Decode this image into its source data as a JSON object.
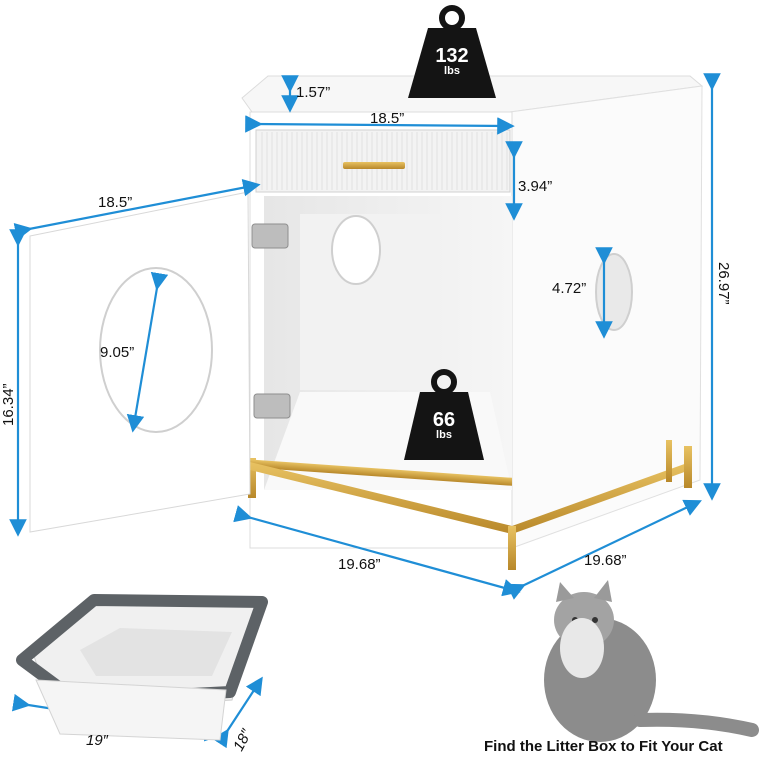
{
  "product": {
    "colors": {
      "cabinet": "#ffffff",
      "gold_frame": "#d4a53a",
      "dimension_line": "#1f8ed6",
      "weight_icon": "#141414"
    },
    "weights": [
      {
        "value": "132",
        "unit": "lbs"
      },
      {
        "value": "66",
        "unit": "lbs"
      }
    ],
    "dimensions": {
      "top_lip": "1.57”",
      "top_width": "18.5”",
      "drawer_height": "3.94”",
      "door_width": "18.5”",
      "door_height": "16.34”",
      "door_hole": "9.05”",
      "side_hole": "4.72”",
      "total_height": "26.97”",
      "base_front": "19.68”",
      "base_side": "19.68”"
    },
    "litter_box": {
      "length": "19″",
      "width": "18″"
    },
    "caption": "Find the Litter Box to Fit Your Cat"
  }
}
